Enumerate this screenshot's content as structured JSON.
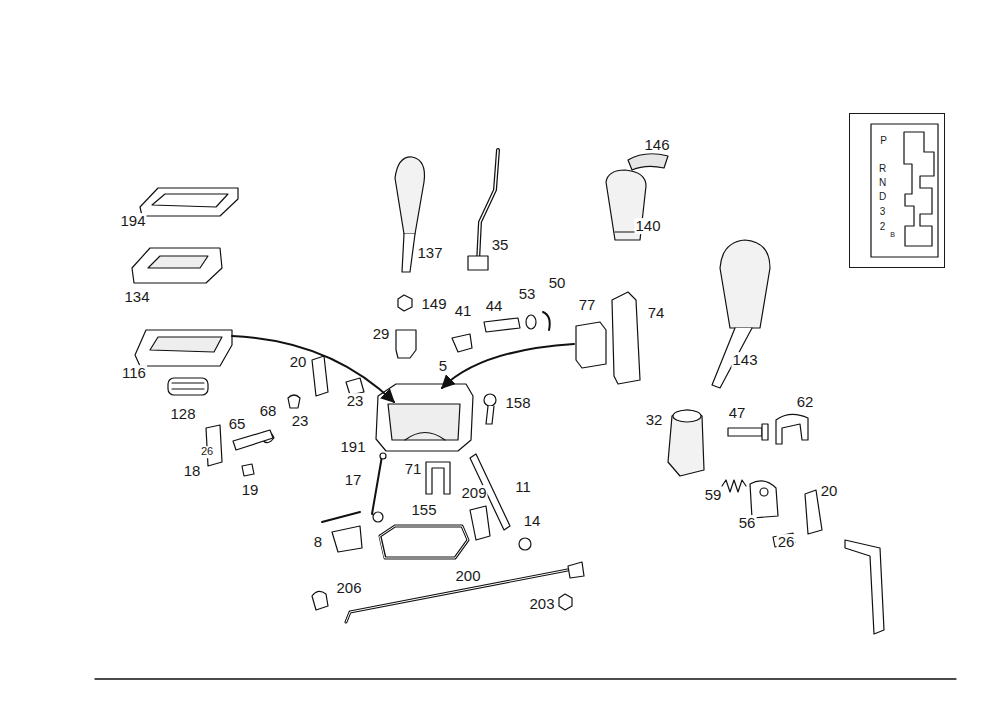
{
  "diagram": {
    "nodes": [
      {
        "text": [
          "P",
          "R",
          "N",
          "D",
          "3",
          "2",
          "B"
        ]
      }
    ],
    "labels": [
      "146",
      "194",
      "137",
      "35",
      "140",
      "134",
      "149",
      "41",
      "44",
      "53",
      "50",
      "77",
      "74",
      "29",
      "116",
      "143",
      "20",
      "5",
      "128",
      "23",
      "158",
      "62",
      "68",
      "65",
      "23",
      "32",
      "47",
      "26",
      "191",
      "18",
      "19",
      "17",
      "71",
      "209",
      "11",
      "59",
      "20",
      "56",
      "155",
      "14",
      "26",
      "8",
      "200",
      "206",
      "203"
    ]
  }
}
